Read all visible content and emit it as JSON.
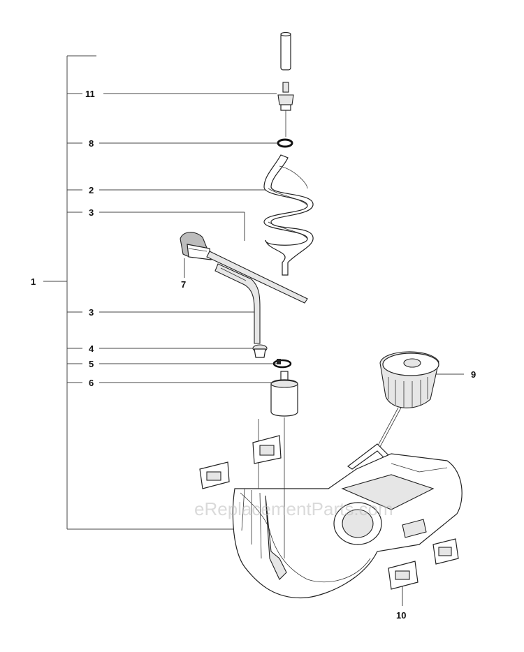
{
  "callouts": {
    "c1": "1",
    "c11": "11",
    "c8": "8",
    "c2": "2",
    "c3a": "3",
    "c7": "7",
    "c3b": "3",
    "c4": "4",
    "c5": "5",
    "c6": "6",
    "c9": "9",
    "c10": "10"
  },
  "watermark": "eReplacementParts.com"
}
